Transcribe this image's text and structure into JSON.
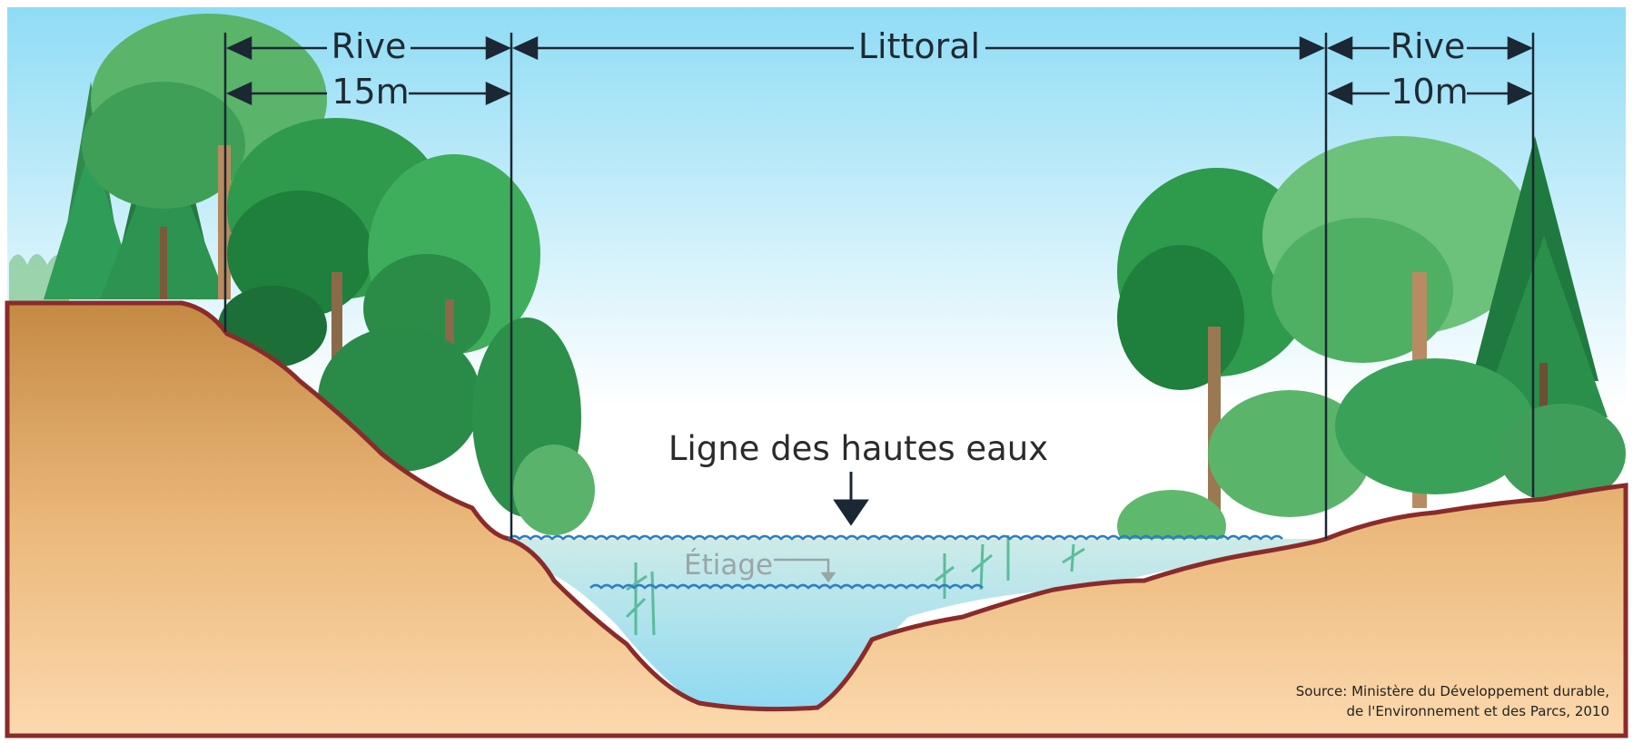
{
  "colors": {
    "sky_top": "#8fdcf5",
    "sky_bottom": "#ffffff",
    "soil_top": "#cd9550",
    "soil_bottom": "#fcd8ac",
    "soil_edge": "#8a2b2b",
    "water": "#b7e7f2",
    "water_line": "#2b7fc4",
    "marker": "#1b2733",
    "tree_dark": "#1f7a3f",
    "tree_mid": "#2e9c4f",
    "tree_light": "#5bbb6a"
  },
  "labels": {
    "rive_left": "Rive",
    "rive_left_width": "15m",
    "littoral": "Littoral",
    "rive_right": "Rive",
    "rive_right_width": "10m",
    "high_water": "Ligne des hautes eaux",
    "low_water": "Étiage"
  },
  "source": {
    "line1": "Source: Ministère du Développement durable,",
    "line2": "de l'Environnement et des Parcs, 2010"
  }
}
